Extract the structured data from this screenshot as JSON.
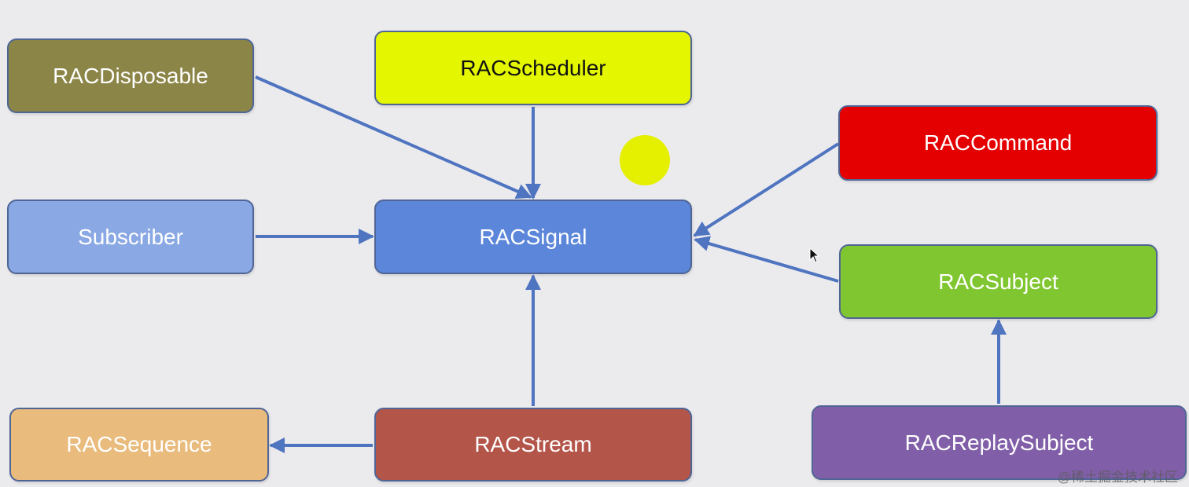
{
  "nodes": {
    "disposable": {
      "label": "RACDisposable",
      "color": "#8b8547",
      "text_color": "#ffffff"
    },
    "scheduler": {
      "label": "RACScheduler",
      "color": "#e4f600",
      "text_color": "#111111"
    },
    "command": {
      "label": "RACCommand",
      "color": "#e40000",
      "text_color": "#ffffff"
    },
    "subscriber": {
      "label": "Subscriber",
      "color": "#8aa8e4",
      "text_color": "#ffffff"
    },
    "signal": {
      "label": "RACSignal",
      "color": "#5b86d9",
      "text_color": "#ffffff"
    },
    "subject": {
      "label": "RACSubject",
      "color": "#80c630",
      "text_color": "#ffffff"
    },
    "sequence": {
      "label": "RACSequence",
      "color": "#e9bb7c",
      "text_color": "#ffffff"
    },
    "stream": {
      "label": "RACStream",
      "color": "#b4554a",
      "text_color": "#ffffff"
    },
    "replay_subject": {
      "label": "RACReplaySubject",
      "color": "#815fa8",
      "text_color": "#ffffff"
    }
  },
  "edges": [
    {
      "from": "RACDisposable",
      "to": "RACSignal"
    },
    {
      "from": "RACScheduler",
      "to": "RACSignal"
    },
    {
      "from": "Subscriber",
      "to": "RACSignal"
    },
    {
      "from": "RACCommand",
      "to": "RACSignal"
    },
    {
      "from": "RACSubject",
      "to": "RACSignal"
    },
    {
      "from": "RACStream",
      "to": "RACSignal"
    },
    {
      "from": "RACStream",
      "to": "RACSequence"
    },
    {
      "from": "RACReplaySubject",
      "to": "RACSubject"
    }
  ],
  "style": {
    "arrow_color": "#4f74c0",
    "pointer_highlight_color": "#e4f000"
  },
  "watermark": "@稀土掘金技术社区"
}
